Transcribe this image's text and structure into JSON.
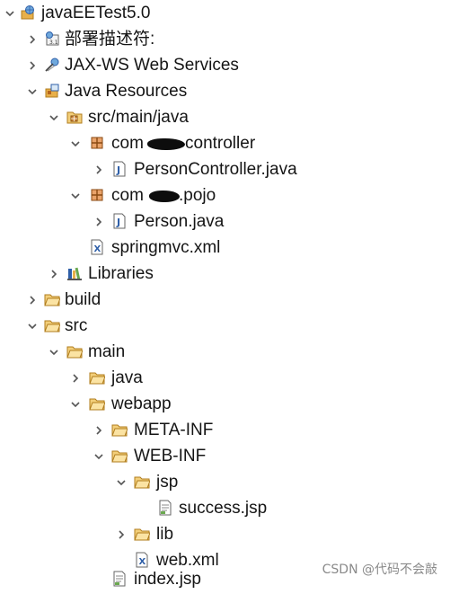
{
  "tree": [
    {
      "label": "javaEETest5.0",
      "icon": "web-project-icon",
      "expanded": true
    },
    {
      "label": "部署描述符:",
      "icon": "deployment-descriptor-icon",
      "expanded": false
    },
    {
      "label": "JAX-WS Web Services",
      "icon": "web-services-icon",
      "expanded": false
    },
    {
      "label": "Java Resources",
      "icon": "java-resources-icon",
      "expanded": true
    },
    {
      "label": "src/main/java",
      "icon": "source-folder-icon",
      "expanded": true
    },
    {
      "label": "com",
      "label_suffix": "controller",
      "icon": "package-icon",
      "expanded": true,
      "redacted": true
    },
    {
      "label": "PersonController.java",
      "icon": "java-file-icon",
      "expanded": false
    },
    {
      "label": "com",
      "label_suffix": ".pojo",
      "icon": "package-icon",
      "expanded": true,
      "redacted": true
    },
    {
      "label": "Person.java",
      "icon": "java-file-icon",
      "expanded": false
    },
    {
      "label": "springmvc.xml",
      "icon": "xml-file-icon"
    },
    {
      "label": "Libraries",
      "icon": "libraries-icon",
      "expanded": false
    },
    {
      "label": "build",
      "icon": "folder-icon",
      "expanded": false
    },
    {
      "label": "src",
      "icon": "folder-icon",
      "expanded": true
    },
    {
      "label": "main",
      "icon": "folder-icon",
      "expanded": true
    },
    {
      "label": "java",
      "icon": "folder-icon",
      "expanded": false
    },
    {
      "label": "webapp",
      "icon": "folder-icon",
      "expanded": true
    },
    {
      "label": "META-INF",
      "icon": "folder-icon",
      "expanded": false
    },
    {
      "label": "WEB-INF",
      "icon": "folder-icon",
      "expanded": true
    },
    {
      "label": "jsp",
      "icon": "folder-icon",
      "expanded": true
    },
    {
      "label": "success.jsp",
      "icon": "jsp-file-icon"
    },
    {
      "label": "lib",
      "icon": "folder-icon",
      "expanded": false
    },
    {
      "label": "web.xml",
      "icon": "xml-file-icon"
    },
    {
      "label": "index.jsp",
      "icon": "jsp-file-icon"
    }
  ],
  "watermark": "CSDN @代码不会敲",
  "colors": {
    "folder": "#e8b04a",
    "folder_edge": "#b07d1e",
    "package": "#b5651d",
    "java_file": "#2f5fa8",
    "chevron": "#555555",
    "redaction": "#0d0d0d"
  }
}
